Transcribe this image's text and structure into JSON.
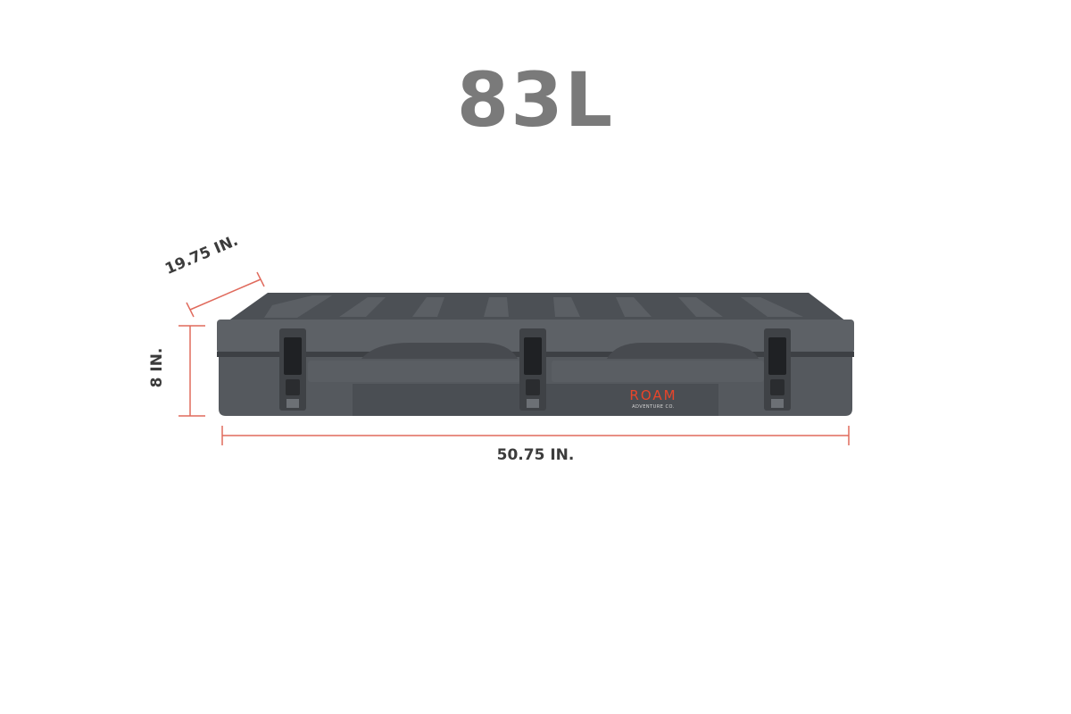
{
  "capacity": "83L",
  "dimensions": {
    "width": "50.75 IN.",
    "depth": "19.75 IN.",
    "height": "8 IN."
  },
  "brand": {
    "name": "ROAM",
    "tagline": "ADVENTURE CO."
  },
  "colors": {
    "title": "#7a7a7a",
    "label": "#3c3c3c",
    "dimension_line": "#e06a5c",
    "case_body": "#55595e",
    "brand_accent": "#e8452a"
  }
}
